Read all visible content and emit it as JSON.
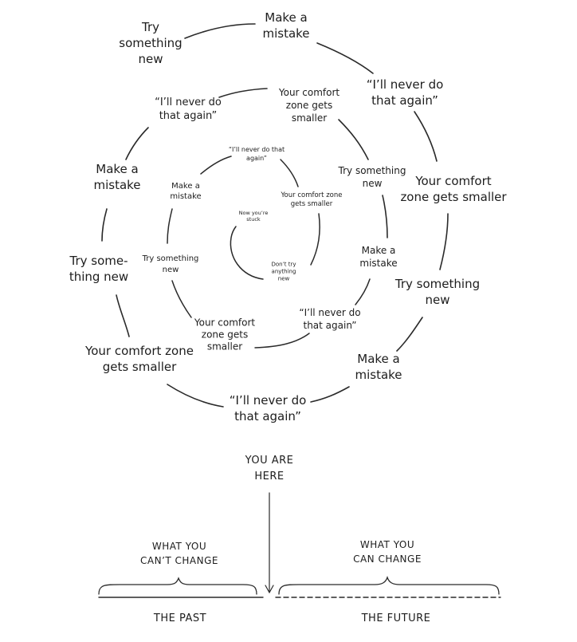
{
  "spiral_labels": {
    "outer": {
      "make_mistake_top": "Make a\nmistake",
      "never_again_right": "“I’ll never do\nthat again”",
      "comfort_right": "Your comfort\nzone gets smaller",
      "try_new_right": "Try something\nnew",
      "make_mistake_right": "Make a\nmistake",
      "never_again_bottom": "“I’ll never do\nthat again”",
      "comfort_left": "Your comfort zone\ngets smaller",
      "try_new_left": "Try some-\nthing new",
      "make_mistake_left": "Make a\nmistake",
      "never_again_left": "“I’ll never do\nthat again”",
      "comfort_top": "Your comfort\nzone gets\nsmaller",
      "try_new_inner_right": "Try something\nnew",
      "make_mistake_inner_right": "Make a\nmistake",
      "try_new_top_left": "Try\nsomething\nnew"
    },
    "middle": {
      "never_again": "“I’ll never do\nthat again”",
      "comfort_bottom": "Your comfort\nzone gets\nsmaller",
      "try_new_left": "Try something\nnew",
      "make_mistake_left": "Make a\nmistake",
      "never_again_top": "“I’ll never do that\nagain”",
      "comfort_center": "Your comfort zone\ngets smaller",
      "dont_try": "Don’t try\nanything\nnew",
      "stuck": "Now you’re\nstuck"
    }
  },
  "timeline": {
    "you_are_here": "YOU ARE\nHERE",
    "cant_change": "WHAT YOU\nCAN’T CHANGE",
    "can_change": "WHAT YOU\nCAN CHANGE",
    "past": "THE PAST",
    "future": "THE FUTURE"
  }
}
